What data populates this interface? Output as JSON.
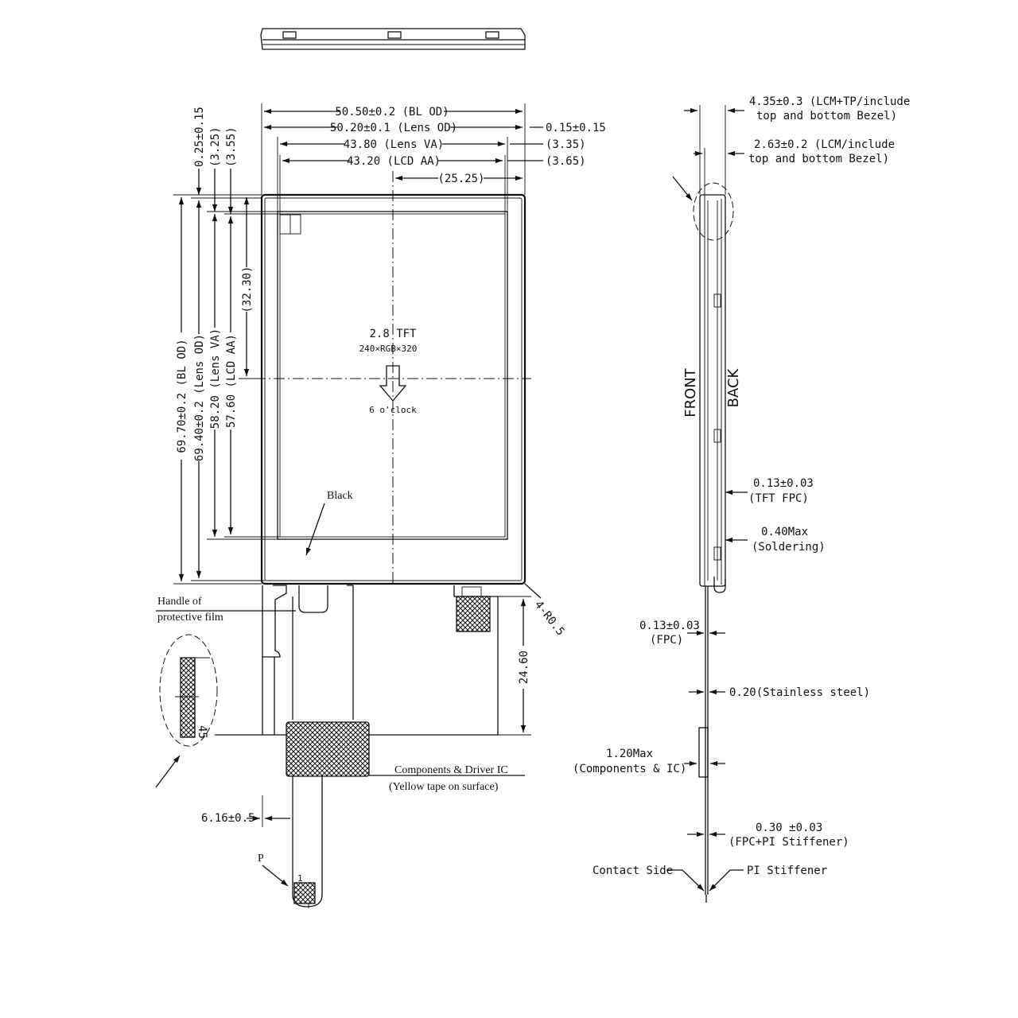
{
  "top_dimensions": {
    "bl_od": "50.50±0.2 (BL OD)",
    "lens_od": "50.20±0.1 (Lens OD)",
    "lens_va": "43.80 (Lens VA)",
    "lcd_aa": "43.20 (LCD AA)",
    "offset_x": "(25.25)",
    "right_a": "0.15±0.15",
    "right_b": "(3.35)",
    "right_c": "(3.65)"
  },
  "left_dimensions": {
    "top_a": "0.25±0.15",
    "top_b": "(3.25)",
    "top_c": "(3.55)",
    "bl_od": "69.70±0.2 (BL OD)",
    "lens_od": "69.40±0.2 (Lens OD)",
    "lens_va": "58.20 (Lens VA)",
    "lcd_aa": "57.60 (LCD AA)",
    "center_y": "(32.30)"
  },
  "panel": {
    "title": "2.8 TFT",
    "resolution": "240×RGB×320",
    "orientation": "6 o'clock",
    "black_label": "Black",
    "corner_radius": "4-R0.5"
  },
  "fpc": {
    "handle_line1": "Handle of",
    "handle_line2": "protective film",
    "pin_count": "45",
    "fpc_length": "24.60",
    "components_line1": "Components & Driver IC",
    "components_line2": "(Yellow tape on surface)",
    "offset": "6.16±0.5",
    "p_label": "P",
    "pin_one": "1"
  },
  "side_view": {
    "front": "FRONT",
    "back": "BACK",
    "thickness_total_1": "4.35±0.3 (LCM+TP/include",
    "thickness_total_2": "top and bottom Bezel)",
    "thickness_lcm_1": "2.63±0.2 (LCM/include",
    "thickness_lcm_2": "top and bottom Bezel)",
    "tft_fpc_1": "0.13±0.03",
    "tft_fpc_2": "(TFT FPC)",
    "soldering_1": "0.40Max",
    "soldering_2": "(Soldering)",
    "fpc_1": "0.13±0.03",
    "fpc_2": "(FPC)",
    "steel": "0.20(Stainless steel)",
    "components_1": "1.20Max",
    "components_2": "(Components & IC)",
    "stiffener_1": "0.30 ±0.03",
    "stiffener_2": "(FPC+PI Stiffener)",
    "contact_side": "Contact Side",
    "pi_stiffener": "PI Stiffener"
  }
}
